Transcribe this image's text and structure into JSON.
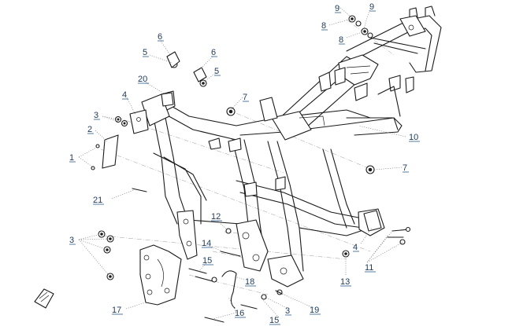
{
  "diagram": {
    "callouts": [
      "1",
      "2",
      "3",
      "3",
      "3",
      "4",
      "4",
      "5",
      "5",
      "6",
      "6",
      "7",
      "7",
      "8",
      "8",
      "9",
      "9",
      "10",
      "11",
      "12",
      "13",
      "14",
      "15",
      "15",
      "16",
      "17",
      "18",
      "19",
      "20",
      "21"
    ]
  }
}
